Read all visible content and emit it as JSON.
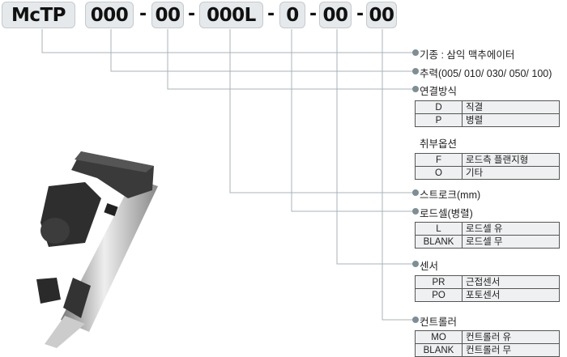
{
  "code_segments": [
    "McTP",
    "000",
    "00",
    "000L",
    "0",
    "00",
    "00"
  ],
  "separator": "-",
  "labels": {
    "model": "기종 : 삼익 맥추에이터",
    "force": "추력(005/ 010/ 030/ 050/ 100)",
    "connection": "연결방식",
    "mount_option": "취부옵션",
    "stroke": "스트로크(mm)",
    "loadcell": "로드셀(병렬)",
    "sensor": "센서",
    "controller": "컨트롤러"
  },
  "tables": {
    "connection": [
      [
        "D",
        "직결"
      ],
      [
        "P",
        "병렬"
      ]
    ],
    "mount_option": [
      [
        "F",
        "로드측 플랜지형"
      ],
      [
        "O",
        "기타"
      ]
    ],
    "loadcell": [
      [
        "L",
        "로드셀 유"
      ],
      [
        "BLANK",
        "로드셀 무"
      ]
    ],
    "sensor": [
      [
        "PR",
        "근접센서"
      ],
      [
        "PO",
        "포토센서"
      ]
    ],
    "controller": [
      [
        "MO",
        "컨트롤러 유"
      ],
      [
        "BLANK",
        "컨트롤러 무"
      ]
    ]
  },
  "colors": {
    "line": "#a9b3b8",
    "bullet": "#7f8e95",
    "box": "#e6e9eb"
  }
}
